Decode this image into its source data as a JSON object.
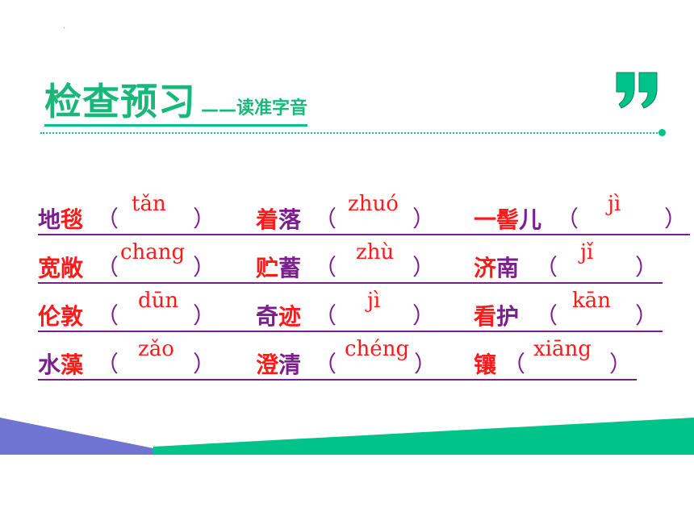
{
  "header": {
    "title_main": "检查预习",
    "title_dash": "——",
    "title_sub": "读准字音"
  },
  "rows": [
    [
      {
        "p1": "地",
        "r": "毯",
        "p2": "",
        "pinyin": "tǎn"
      },
      {
        "p1": "",
        "r": "着",
        "p2": "落",
        "pinyin": "zhuó"
      },
      {
        "p1": "",
        "r": "一髻",
        "p2": "儿",
        "pinyin": "jì"
      }
    ],
    [
      {
        "p1": "",
        "r": "宽敞",
        "p2": "",
        "pinyin": "chang"
      },
      {
        "p1": "",
        "r": "贮",
        "p2": "蓄",
        "pinyin": "zhù"
      },
      {
        "p1": "",
        "r": "济",
        "p2": "南",
        "pinyin": "jǐ"
      }
    ],
    [
      {
        "p1": "",
        "r": "伦敦",
        "p2": "",
        "pinyin": "dūn"
      },
      {
        "p1": "奇",
        "r": "迹",
        "p2": "",
        "pinyin": "jì"
      },
      {
        "p1": "",
        "r": "看",
        "p2": "护",
        "pinyin": "kān"
      }
    ],
    [
      {
        "p1": "水",
        "r": "藻",
        "p2": "",
        "pinyin": "zǎo"
      },
      {
        "p1": "",
        "r": "澄",
        "p2": "清",
        "pinyin": "chéng"
      },
      {
        "p1": "",
        "r": "镶",
        "p2": "",
        "pinyin": "xiāng"
      }
    ]
  ],
  "paren_open": "（",
  "paren_close": "）",
  "colors": {
    "green": "#19b87a",
    "red": "#ff1a1a",
    "purple": "#7a1f8c",
    "band_blue": "#6f73d2",
    "band_green": "#00c389"
  }
}
